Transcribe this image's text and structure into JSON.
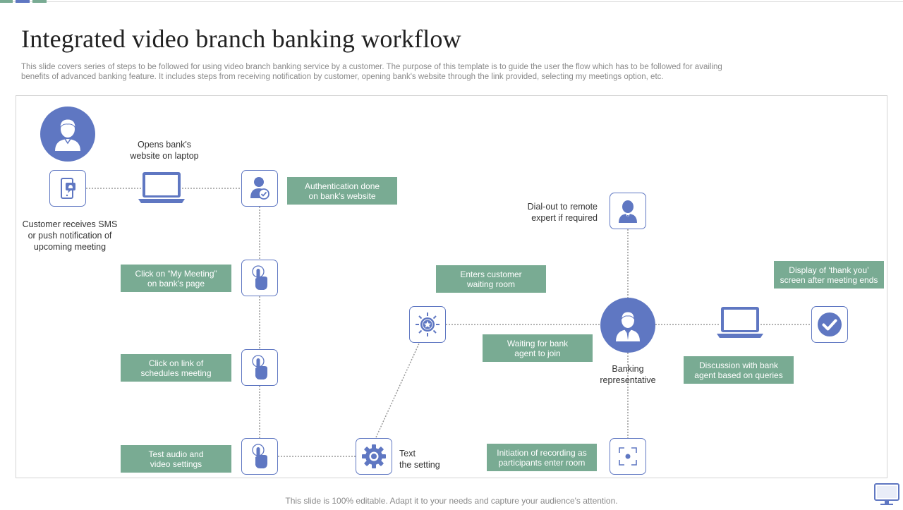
{
  "title": "Integrated video branch banking workflow",
  "subtitle": "This slide covers series of steps to be followed for using video branch banking service by a customer. The purpose of this template is to guide the user the flow which has to be followed for availing benefits of advanced banking feature. It includes steps from receiving notification by customer, opening  bank's website through the link provided, selecting my meetings option, etc.",
  "colors": {
    "accent_blue": "#5f77c2",
    "tag_green": "#79ab93",
    "connector": "#999999"
  },
  "labels": {
    "opens_website_1": "Opens bank's",
    "opens_website_2": "website on laptop",
    "customer_sms_1": "Customer receives SMS",
    "customer_sms_2": "or push notification of",
    "customer_sms_3": "upcoming meeting",
    "dial_out_1": "Dial-out to remote",
    "dial_out_2": "expert if required",
    "text_setting_1": "Text",
    "text_setting_2": "the setting",
    "banking_rep_1": "Banking",
    "banking_rep_2": "representative"
  },
  "tags": {
    "authentication_1": "Authentication done",
    "authentication_2": "on bank's website",
    "my_meeting_1": "Click on “My Meeting”",
    "my_meeting_2": "on bank's page",
    "schedules_1": "Click on link of",
    "schedules_2": "schedules meeting",
    "test_audio_1": "Test audio and",
    "test_audio_2": "video settings",
    "waiting_room_1": "Enters customer",
    "waiting_room_2": "waiting room",
    "waiting_agent_1": "Waiting for bank",
    "waiting_agent_2": "agent to join",
    "recording_1": "Initiation of recording as",
    "recording_2": "participants enter room",
    "discussion_1": "Discussion with bank",
    "discussion_2": "agent based on queries",
    "thank_you_1": "Display of ‘thank you’",
    "thank_you_2": "screen after meeting ends"
  },
  "icons": [
    "customer-avatar-icon",
    "phone-notification-icon",
    "laptop-icon",
    "user-check-icon",
    "hand-pointer-icon",
    "badge-icon",
    "gear-icon",
    "expert-icon",
    "banker-icon",
    "laptop-icon",
    "check-circle-icon",
    "focus-icon",
    "monitor-icon"
  ],
  "footer": "This slide is 100% editable. Adapt it to your needs and capture your audience's attention."
}
